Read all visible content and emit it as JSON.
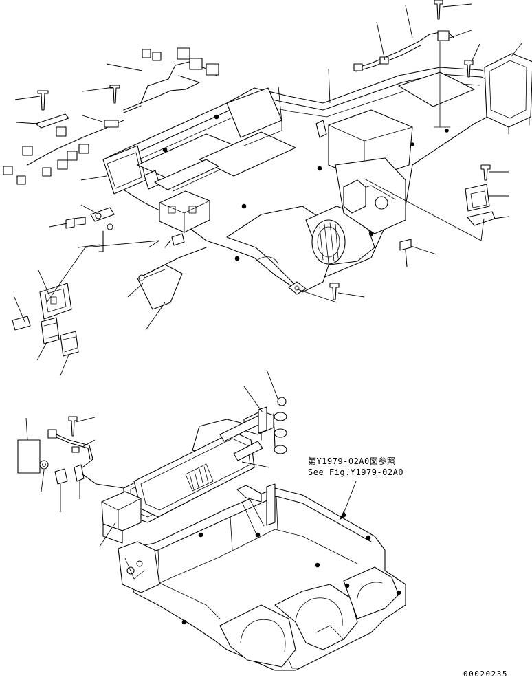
{
  "diagram": {
    "reference_note": {
      "japanese": "第Y1979-02A0図参照",
      "english": "See Fig.Y1979-02A0"
    },
    "drawing_number": "00020235"
  }
}
